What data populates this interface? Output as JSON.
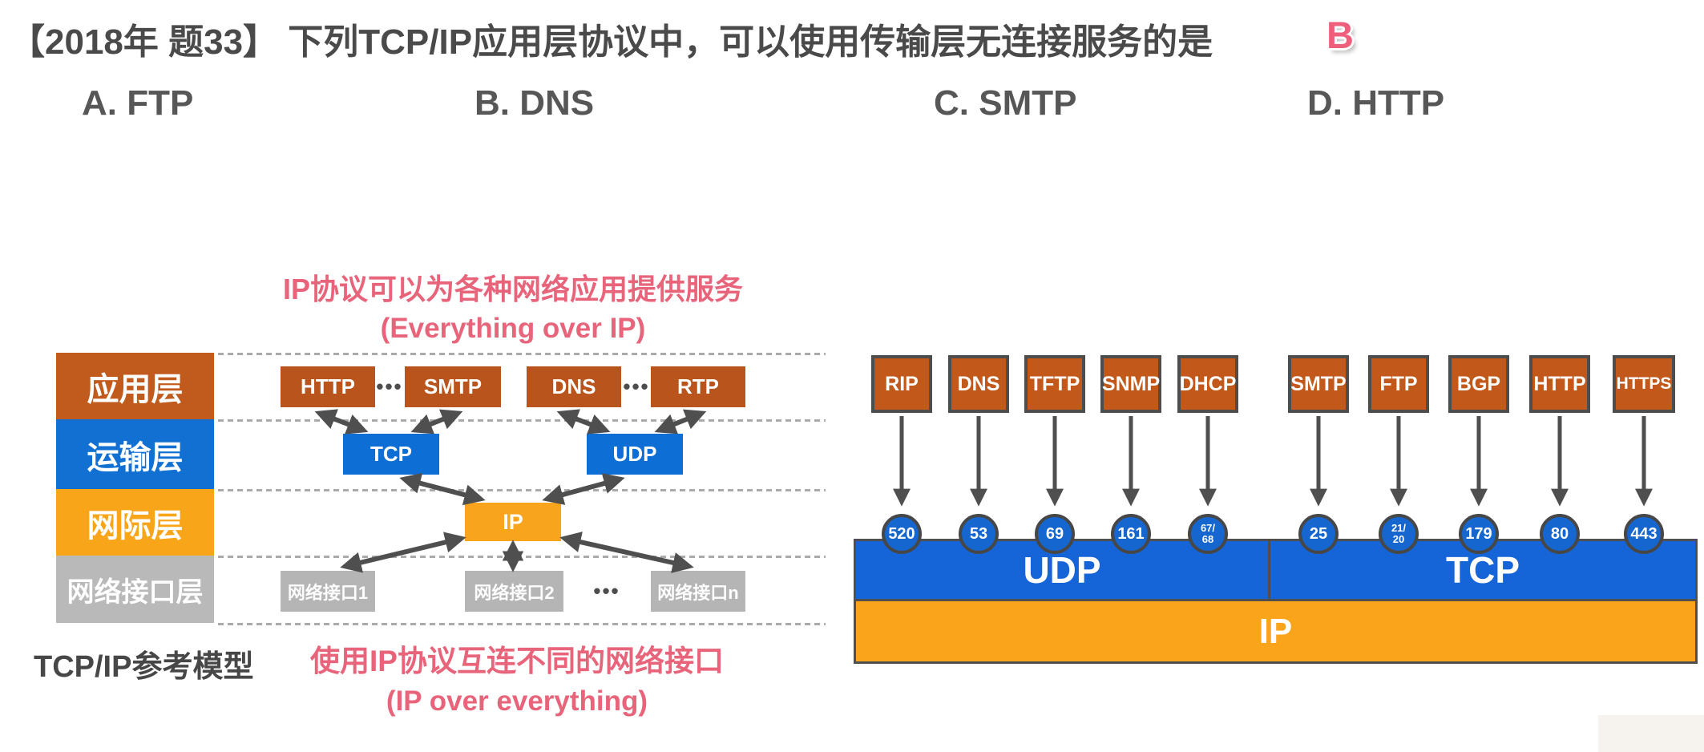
{
  "question": {
    "title": "【2018年 题33】 下列TCP/IP应用层协议中，可以使用传输层无连接服务的是",
    "answer": "B",
    "options": [
      {
        "label": "A. FTP"
      },
      {
        "label": "B. DNS"
      },
      {
        "label": "C. SMTP"
      },
      {
        "label": "D. HTTP"
      }
    ]
  },
  "left_diagram": {
    "caption_top_line1": "IP协议可以为各种网络应用提供服务",
    "caption_top_line2": "(Everything over IP)",
    "caption_bottom_line1": "使用IP协议互连不同的网络接口",
    "caption_bottom_line2": "(IP over everything)",
    "model_label": "TCP/IP参考模型",
    "layers": [
      {
        "label": "应用层",
        "color": "#c05a1d"
      },
      {
        "label": "运输层",
        "color": "#1170d2"
      },
      {
        "label": "网际层",
        "color": "#f9a51a"
      },
      {
        "label": "网络接口层",
        "color": "#b9b9b9"
      }
    ],
    "app_protocols": [
      {
        "label": "HTTP"
      },
      {
        "label": "SMTP"
      },
      {
        "label": "DNS"
      },
      {
        "label": "RTP"
      }
    ],
    "transport_protocols": [
      {
        "label": "TCP"
      },
      {
        "label": "UDP"
      }
    ],
    "internet_protocol": "IP",
    "interfaces": [
      {
        "label": "网络接口1"
      },
      {
        "label": "网络接口2"
      },
      {
        "label": "网络接口n"
      }
    ],
    "ellipsis": "•••"
  },
  "right_diagram": {
    "udp_protocols": [
      {
        "name": "RIP",
        "port": "520"
      },
      {
        "name": "DNS",
        "port": "53"
      },
      {
        "name": "TFTP",
        "port": "69"
      },
      {
        "name": "SNMP",
        "port": "161"
      },
      {
        "name": "DHCP",
        "port": "67/",
        "port2": "68"
      }
    ],
    "tcp_protocols": [
      {
        "name": "SMTP",
        "port": "25"
      },
      {
        "name": "FTP",
        "port": "21/",
        "port2": "20"
      },
      {
        "name": "BGP",
        "port": "179"
      },
      {
        "name": "HTTP",
        "port": "80"
      },
      {
        "name": "HTTPS",
        "port": "443"
      }
    ],
    "udp_label": "UDP",
    "tcp_label": "TCP",
    "ip_label": "IP"
  },
  "colors": {
    "protocol_orange": "#c2591b",
    "transport_blue": "#1565d8",
    "ip_amber": "#f9a41b",
    "interface_gray": "#b5b5b5",
    "annotation_pink": "#e8647b",
    "text_dark": "#4a4a4a",
    "answer_pink": "#ed5f7a"
  }
}
